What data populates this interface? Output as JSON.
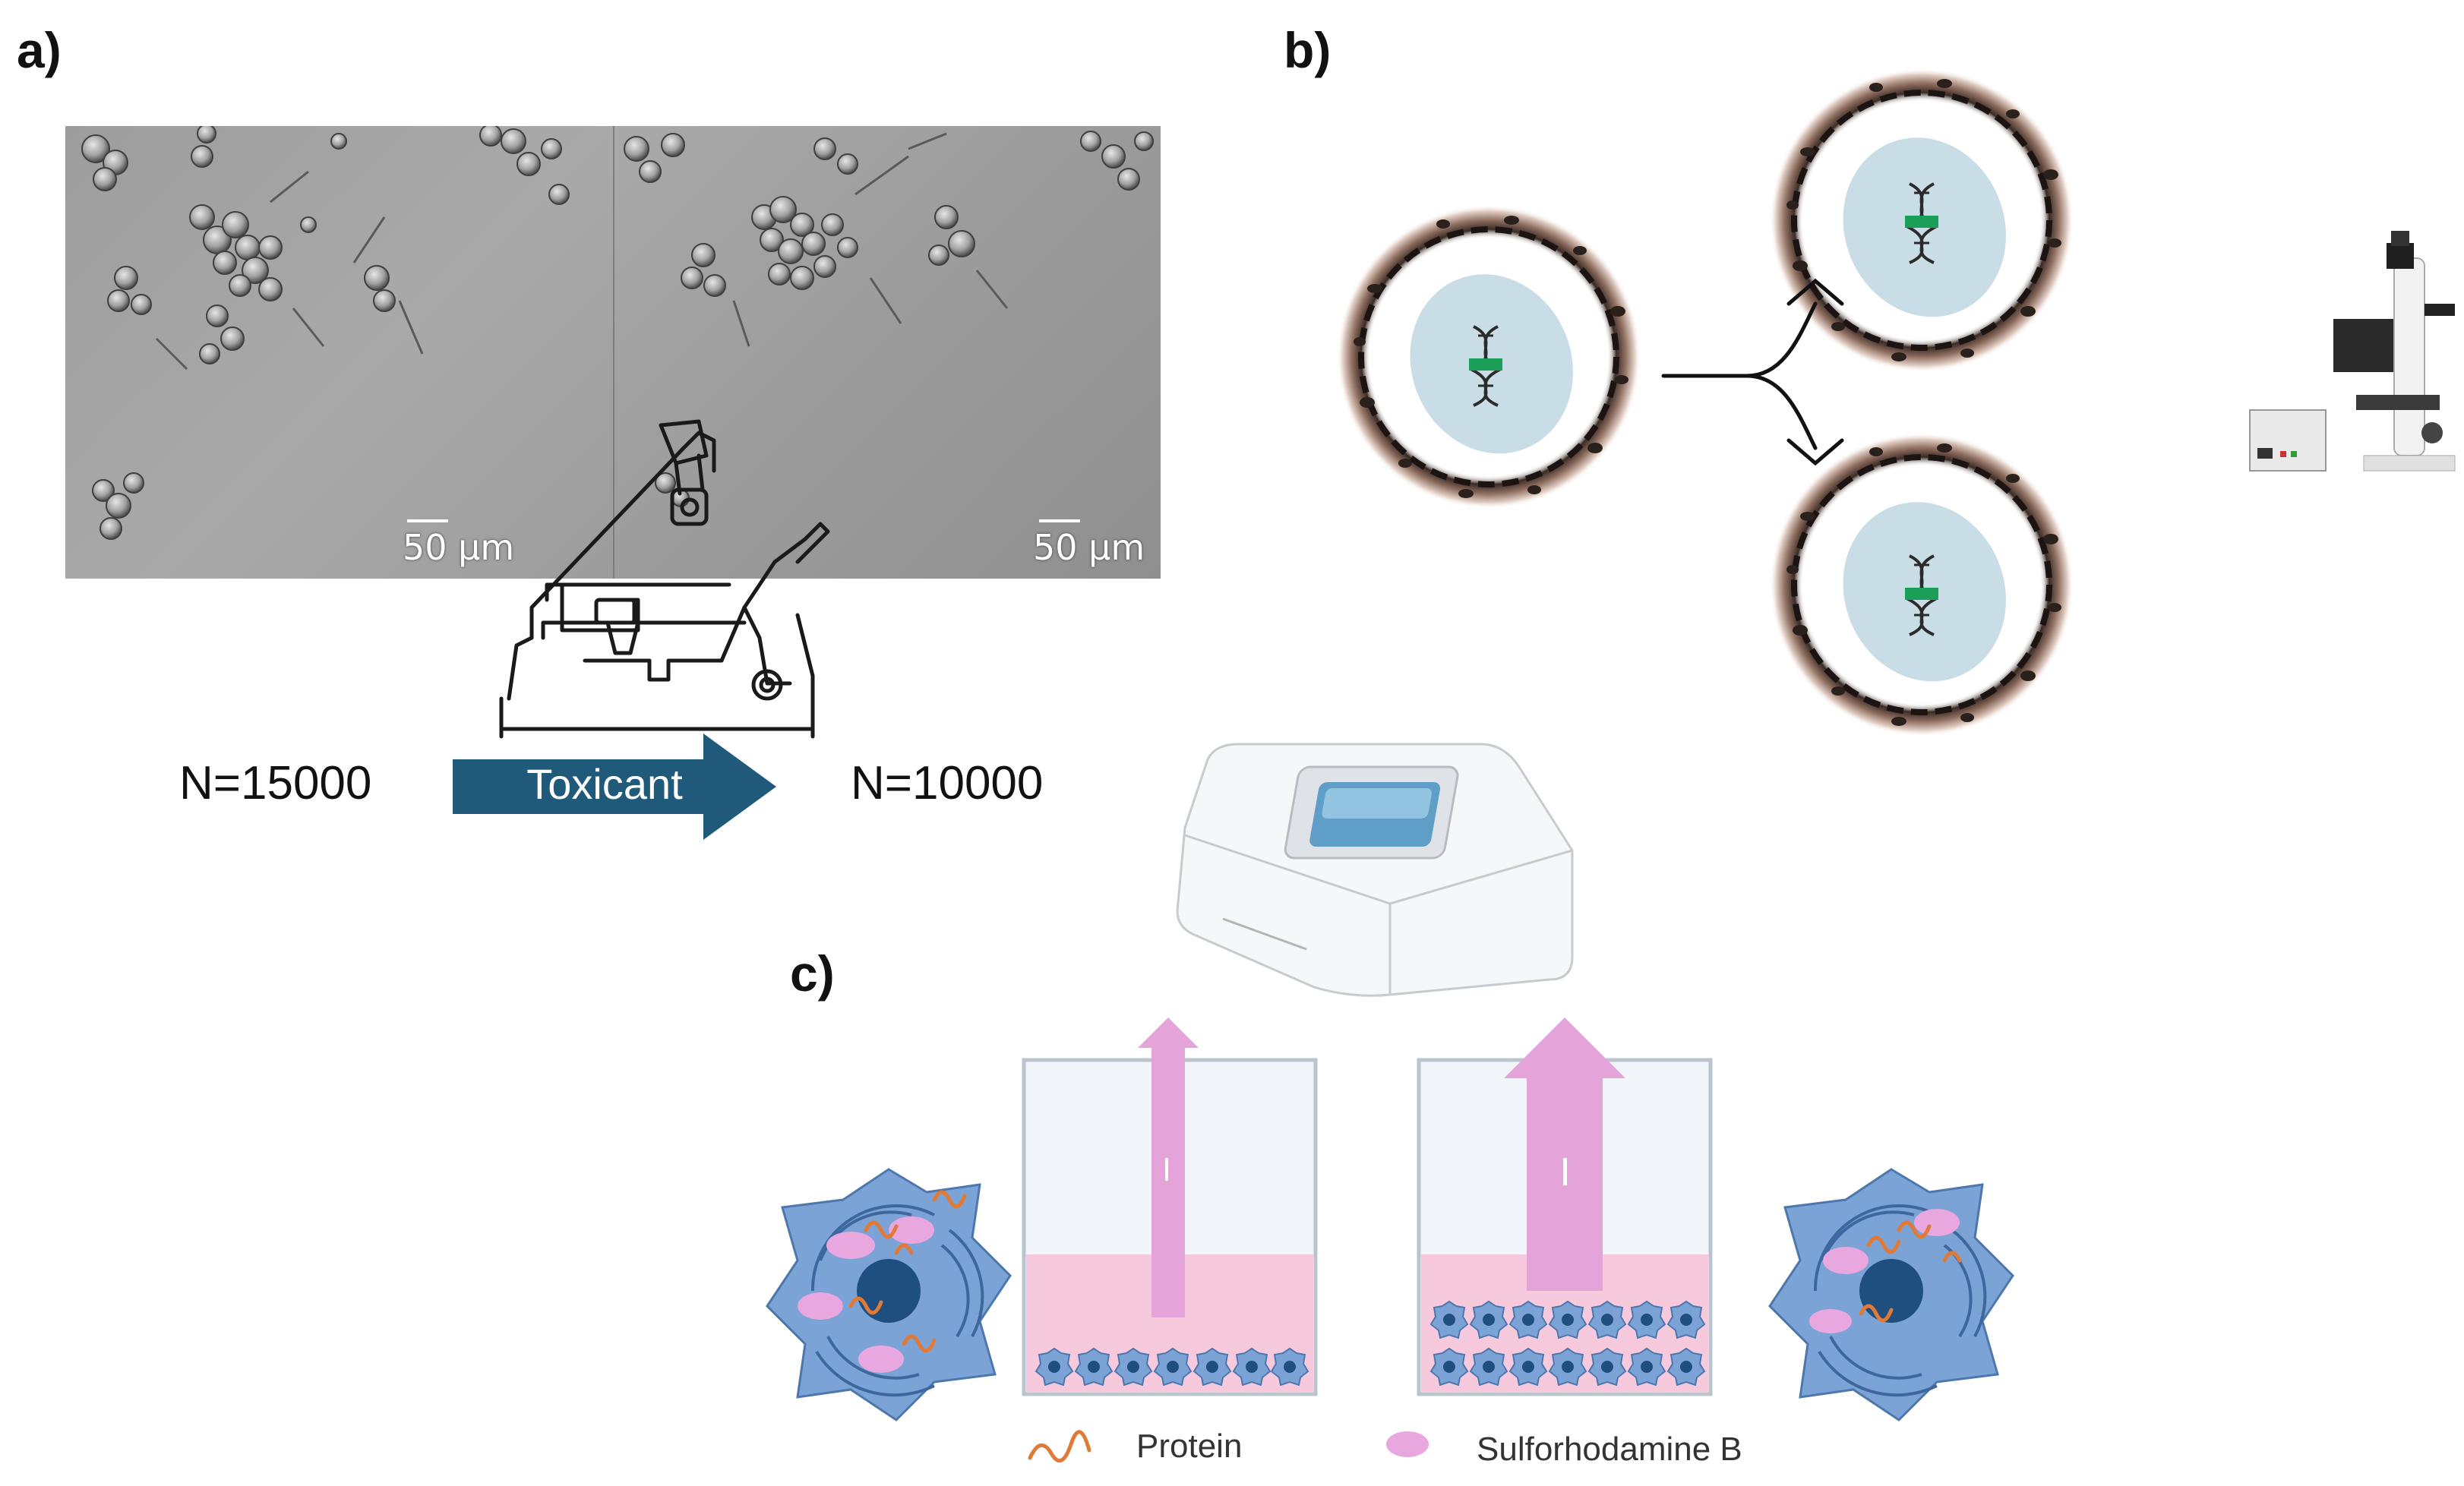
{
  "panels": {
    "a": {
      "label": "a)",
      "scale_bar_left": "50 µm",
      "scale_bar_right": "50 µm",
      "count_before": "N=15000",
      "arrow_label": "Toxicant",
      "count_after": "N=10000"
    },
    "b": {
      "label": "b)"
    },
    "c": {
      "label": "c)",
      "legend": {
        "protein": "Protein",
        "stain": "Sulforhodamine B"
      }
    }
  },
  "colors": {
    "arrow_fill": "#1f5a7a",
    "well_liquid": "#f7c9dc",
    "signal_arrow": "#e4a3d9",
    "cell_body": "#7ba3d6",
    "cell_nucleus": "#1e4f7f",
    "protein": "#e07a36",
    "stain": "#e9a7e0",
    "nucleus_oval": "#c9dde6",
    "dna_band": "#1a9e58"
  },
  "icons": [
    "inverted-microscope-icon",
    "fluorescence-microscope-icon",
    "plate-reader-icon",
    "dna-icon"
  ]
}
